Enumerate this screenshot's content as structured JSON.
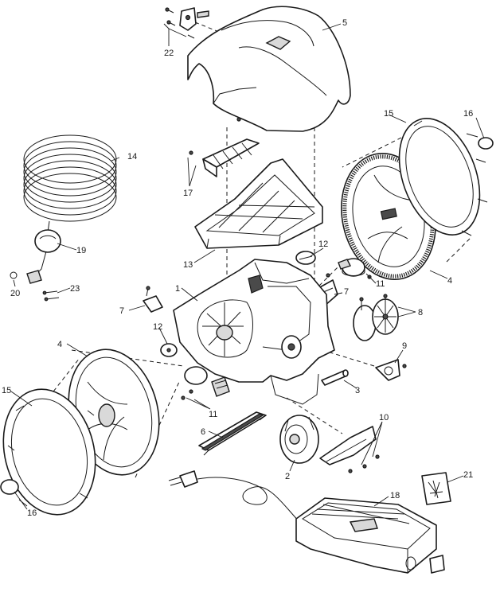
{
  "callouts": {
    "c1": "1",
    "c2": "2",
    "c3": "3",
    "c4a": "4",
    "c4b": "4",
    "c5": "5",
    "c6": "6",
    "c7a": "7",
    "c7b": "7",
    "c8": "8",
    "c9": "9",
    "c10": "10",
    "c11a": "11",
    "c11b": "11",
    "c12a": "12",
    "c12b": "12",
    "c13": "13",
    "c14": "14",
    "c15a": "15",
    "c15b": "15",
    "c16a": "16",
    "c16b": "16",
    "c17": "17",
    "c18": "18",
    "c19": "19",
    "c20": "20",
    "c21": "21",
    "c22": "22",
    "c23": "23"
  },
  "colors": {
    "line": "#1a1a1a",
    "fill": "#ffffff",
    "shade": "#d9d9d9"
  }
}
